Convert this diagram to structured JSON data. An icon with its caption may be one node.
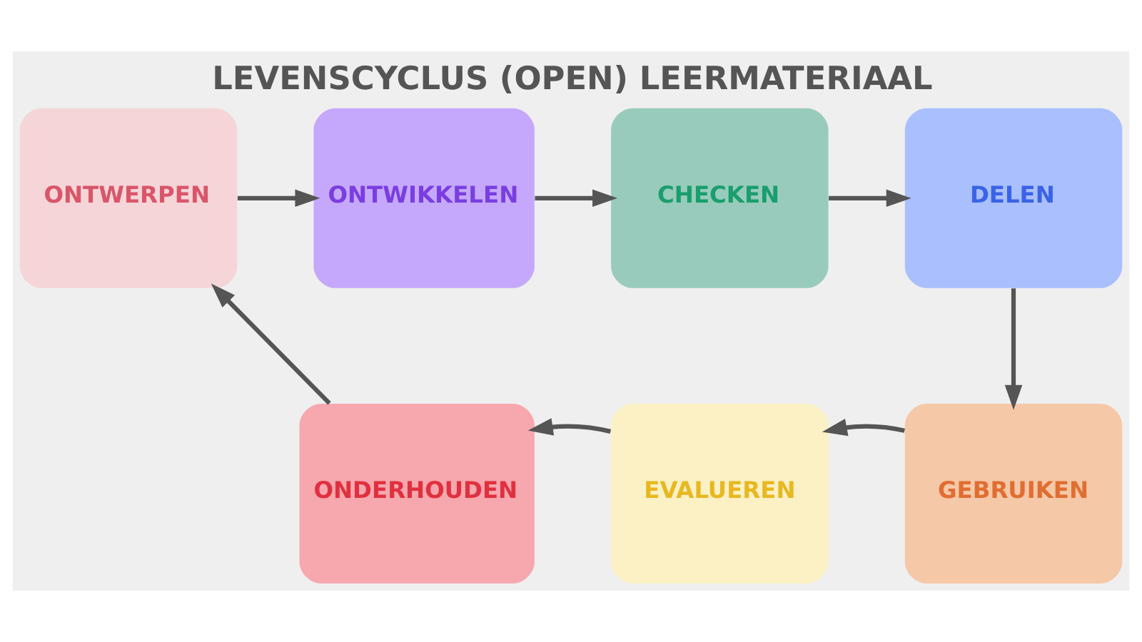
{
  "diagram": {
    "title": "LEVENSCYCLUS (OPEN) LEERMATERIAAL",
    "nodes": [
      {
        "text": [
          "ONTWERPEN"
        ]
      },
      {
        "text": [
          "ONTWIKKELEN"
        ]
      },
      {
        "text": [
          "CHECKEN"
        ]
      },
      {
        "text": [
          "DELEN"
        ]
      },
      {
        "text": [
          "ONDERHOUDEN"
        ]
      },
      {
        "text": [
          "EVALUEREN"
        ]
      },
      {
        "text": [
          "GEBRUIKEN"
        ]
      }
    ],
    "edges": [
      {
        "from": 0,
        "to": 1,
        "arrow": "to"
      },
      {
        "from": 1,
        "to": 2,
        "arrow": "to"
      },
      {
        "from": 2,
        "to": 3,
        "arrow": "to"
      },
      {
        "from": 3,
        "to": 6,
        "arrow": "to"
      },
      {
        "from": 6,
        "to": 5,
        "arrow": "to"
      },
      {
        "from": 5,
        "to": 4,
        "arrow": "to"
      },
      {
        "from": 4,
        "to": 0,
        "arrow": "to"
      }
    ]
  }
}
